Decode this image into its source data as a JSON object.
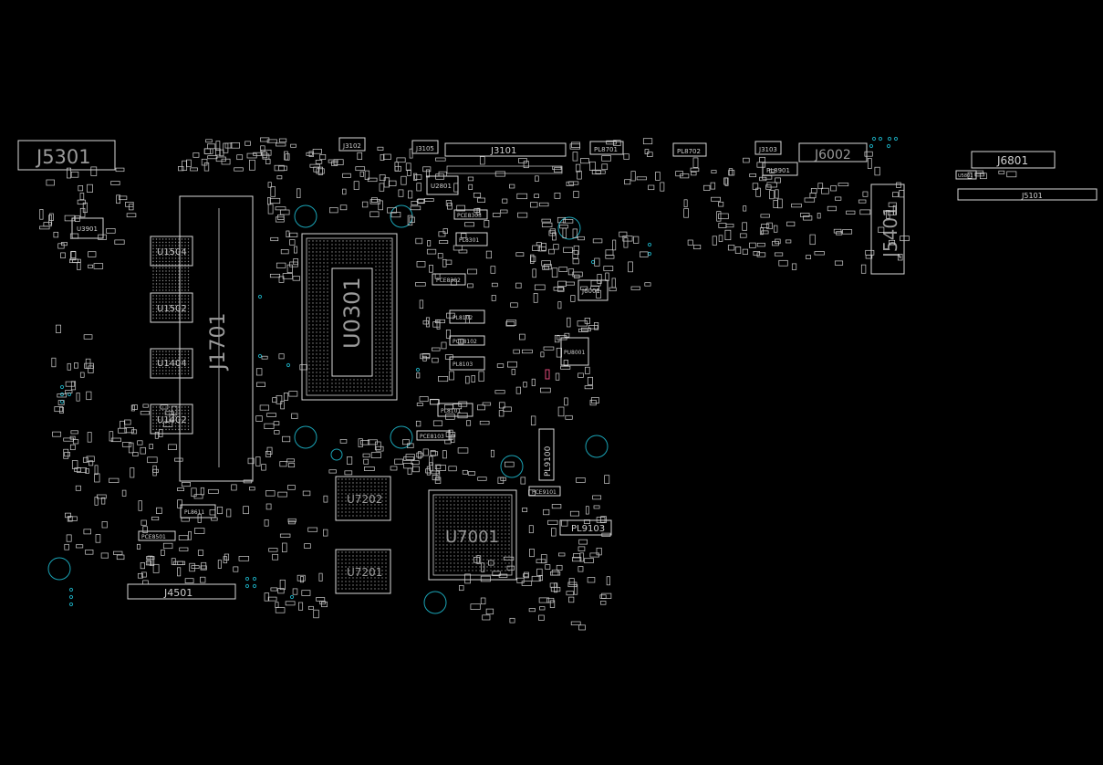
{
  "colors": {
    "background": "#000000",
    "outline": "#d9d9d9",
    "via": "#1aa3b5",
    "marker": "#e04a7a"
  },
  "labels": {
    "J5301": "J5301",
    "J3102": "J3102",
    "J3105": "J3105",
    "J3101": "J3101",
    "PL8701": "PL8701",
    "PL8702": "PL8702",
    "J3103": "J3103",
    "J6002": "J6002",
    "J6801": "J6801",
    "U5801": "U5801",
    "J5101": "J5101",
    "U3901": "U3901",
    "U1504": "U1504",
    "U1502": "U1502",
    "U1404": "U1404",
    "U1402": "U1402",
    "J1701": "J1701",
    "U0301": "U0301",
    "U2801": "U2801",
    "J5401": "J5401",
    "PL8901": "PL8901",
    "J6001": "J6001",
    "PL8102": "PL8102",
    "PL8103": "PL8103",
    "PL8101": "PL8101",
    "PU8001": "PU8001",
    "PL9100": "PL9100",
    "PL9103": "PL9103",
    "U7202": "U7202",
    "U7201": "U7201",
    "U7001": "U7001",
    "J4501": "J4501",
    "PL8611": "PL8611",
    "PCE8302": "PCE8302",
    "PCE8102": "PCE8102",
    "PCE8103": "PCE8103",
    "PCE9101": "PCE9101",
    "PCE8501": "PCE8501",
    "PCE8303": "PCE8303",
    "PL8301": "PL8301"
  }
}
